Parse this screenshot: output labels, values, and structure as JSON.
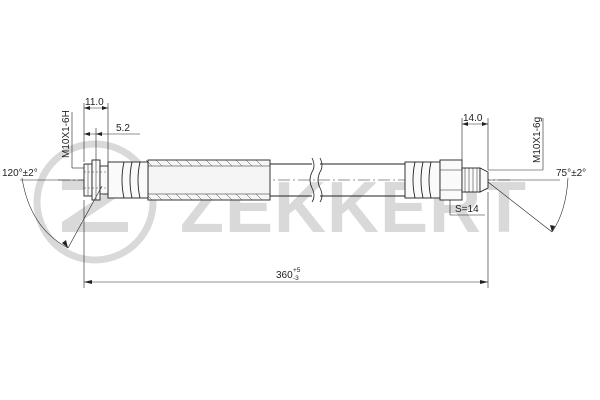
{
  "brand": {
    "name": "ZEKKERT"
  },
  "dimensions": {
    "left_fitting_length": "11.0",
    "left_thread_length": "5.2",
    "right_fitting_length": "14.0",
    "overall_length": "360",
    "overall_tol_upper": "+5",
    "overall_tol_lower": "-3"
  },
  "threads": {
    "left": "M10X1-6H",
    "right": "M10X1-6g"
  },
  "angles": {
    "left": "120°±2°",
    "right": "75°±2°"
  },
  "wrench": {
    "label": "S=14"
  },
  "colors": {
    "line": "#222222",
    "watermark": "#d9d9d9",
    "hose_fill": "#f2f2f2"
  }
}
